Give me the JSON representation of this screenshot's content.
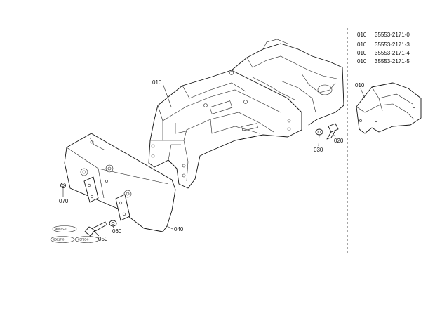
{
  "parts_table": [
    {
      "ref": "010",
      "number": "35553-2171-0"
    },
    {
      "ref": "010",
      "number": "35553-2171-3"
    },
    {
      "ref": "010",
      "number": "35553-2171-4"
    },
    {
      "ref": "010",
      "number": "35553-2171-5"
    }
  ],
  "callouts": {
    "frame_main": "010",
    "frame_alt": "010",
    "bolt_right": "020",
    "washer_right": "030",
    "weight": "040",
    "bolt_left": "050",
    "washer_left": "060",
    "plug_left": "070"
  },
  "stamps": [
    "40125-0",
    "63817-0",
    "65753-0"
  ]
}
